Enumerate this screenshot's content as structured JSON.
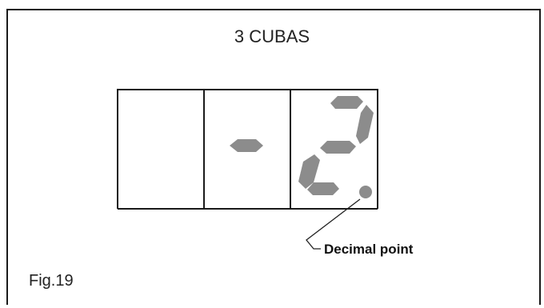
{
  "title": "3 CUBAS",
  "figure_label": "Fig.19",
  "callout_label": "Decimal point",
  "display": {
    "digits": [
      {
        "position": 1,
        "segments_lit": []
      },
      {
        "position": 2,
        "segments_lit": [
          "g"
        ]
      },
      {
        "position": 3,
        "segments_lit": [
          "a",
          "b",
          "g",
          "e",
          "d"
        ]
      }
    ],
    "decimal_point_lit": true,
    "segment_color": "#8c8c8c"
  }
}
